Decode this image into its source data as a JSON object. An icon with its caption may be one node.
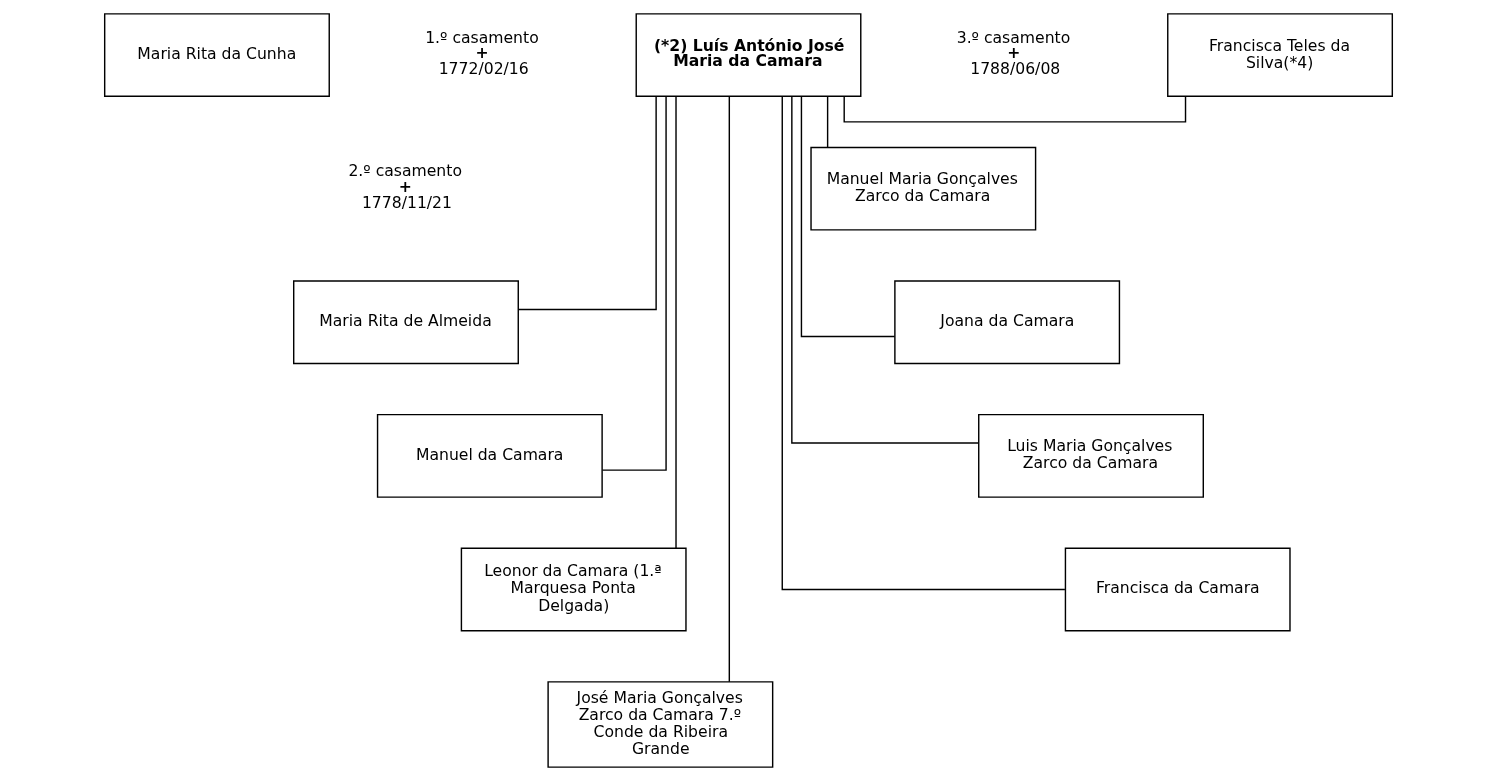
{
  "diagram": {
    "nodes": [
      {
        "text": [
          "Maria Rita da Cunha"
        ]
      },
      {
        "text": [
          "(*2) Luís António José Maria da Camara"
        ]
      },
      {
        "text": [
          "Francisca Teles da Silva(*4)"
        ]
      },
      {
        "text": [
          "Maria Rita de Almeida"
        ]
      },
      {
        "text": [
          "Manuel da Camara"
        ]
      },
      {
        "text": [
          "Leonor da Camara (1.ª Marquesa Ponta Delgada)"
        ]
      },
      {
        "text": [
          "José Maria Gonçalves Zarco da Camara 7.º Conde da Ribeira Grande"
        ]
      },
      {
        "text": [
          "Manuel Maria Gonçalves Zarco da Camara"
        ]
      },
      {
        "text": [
          "Joana da Camara"
        ]
      },
      {
        "text": [
          "Luis Maria Gonçalves Zarco da Camara"
        ]
      },
      {
        "text": [
          "Francisca da Camara"
        ]
      }
    ],
    "edges": [
      {
        "from": 1,
        "to": 3,
        "arrow": "none"
      },
      {
        "from": 1,
        "to": 4,
        "arrow": "none"
      },
      {
        "from": 1,
        "to": 5,
        "arrow": "none"
      },
      {
        "from": 1,
        "to": 6,
        "arrow": "none"
      },
      {
        "from": 1,
        "to": 2,
        "arrow": "none"
      },
      {
        "from": 1,
        "to": 7,
        "arrow": "none"
      },
      {
        "from": 1,
        "to": 8,
        "arrow": "none"
      },
      {
        "from": 1,
        "to": 9,
        "arrow": "none"
      },
      {
        "from": 1,
        "to": 10,
        "arrow": "none"
      }
    ],
    "labels": [
      "1.º casamento",
      "+",
      "1772/02/16",
      "3.º casamento",
      "+",
      "1788/06/08",
      "2.º casamento",
      "+",
      "1778/11/21"
    ]
  }
}
